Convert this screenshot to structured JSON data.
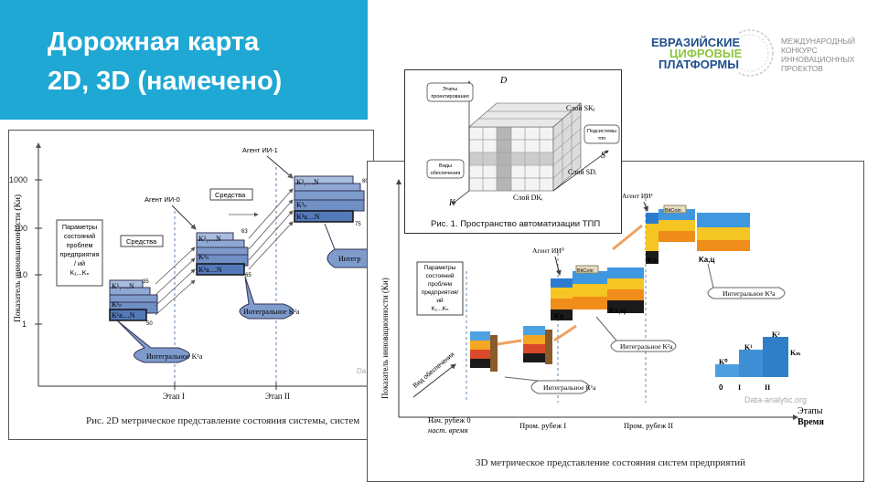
{
  "slide": {
    "title_line1": "Дорожная карта",
    "title_line2": "2D,  3D (намечено)"
  },
  "logo": {
    "line1": "ЕВРАЗИЙСКИЕ",
    "line2": "ЦИФРОВЫЕ",
    "line3": "ПЛАТФОРМЫ",
    "sub1": "МЕЖДУНАРОДНЫЙ",
    "sub2": "КОНКУРС",
    "sub3": "ИННОВАЦИОННЫХ",
    "sub4": "ПРОЕКТОВ",
    "colors": {
      "blue": "#1f4e8c",
      "green": "#8dc63f",
      "gray": "#8a8a8a"
    }
  },
  "diagram2d": {
    "caption": "Рис.  2D метрическое представление состояния системы, систем",
    "ylabel": "Показатель инновационности (Ки)",
    "yticks": [
      "1000",
      "100",
      "10",
      "1"
    ],
    "xticks": [
      "Этап I",
      "Этап II"
    ],
    "params_box": [
      "Параметры",
      "состояний",
      "проблем",
      "предприятия",
      "/ ий",
      "K₁...Kₙ"
    ],
    "agent0": "Агент ИИ-0",
    "agent1": "Агент ИИ-1",
    "sredstva1": "Средства",
    "sredstva2": "Средства",
    "integral1": "Интегральное K¹a",
    "integral2": "Интегральное K²a",
    "integral3": "Интегр",
    "stack1": {
      "top": "K¹₁…N",
      "mid": "K¹ₙ",
      "base": "K¹a…N",
      "v_top": "35",
      "v_base": "50"
    },
    "stack2": {
      "top": "K²₁…N",
      "mid": "K²ₙ",
      "base": "K²a…N",
      "v_top": "63",
      "v_base": "65"
    },
    "stack3": {
      "top": "K³₁…N",
      "mid": "K³ₙ",
      "base": "K³a…N",
      "v_top": "80",
      "v_base": "75"
    },
    "watermark": "Da"
  },
  "diagram3d": {
    "caption": "3D метрическое представление состояния систем предприятий",
    "ylabel": "Показатель инновационности (Ки)",
    "xaxis": "Этапы",
    "xaxis2": "Время",
    "params_box": [
      "Параметры",
      "состояний",
      "проблем",
      "предприятия/",
      "ий",
      "K₁...Kₙ"
    ],
    "start_label1": "Нач. рубеж 0",
    "start_label2": "наст. время",
    "mid1": "Пром. рубеж I",
    "mid2": "Пром. рубеж II",
    "agent0": "Агент ИИ⁰",
    "agent1": "Агент ИИ¹",
    "vid": "Вид обеспечения",
    "bitcoin": "BitCoin",
    "integral1": "Интегральное K¹a",
    "integral2": "Интегральное K²a",
    "integral3": "Интегральное K³a",
    "ka": "Ka",
    "kac": "Ka,ц",
    "legend_levels": [
      "K⁰",
      "K¹",
      "K²",
      "Kₘ"
    ],
    "legend_axis": [
      "0",
      "I",
      "II"
    ],
    "watermark": "Data-analytic.org"
  },
  "tpp": {
    "caption": "Рис. 1. Пространство автоматизации ТПП",
    "d": "D",
    "s": "S",
    "k": "K",
    "etapy": "Этапы",
    "etapy2": "проектирования",
    "vidy": "Виды",
    "vidy2": "обеспечения",
    "podsys": "Подсистемы",
    "podsys2": "тпп",
    "sloy_sk": "Слой SKⱼ",
    "sloy_sd": "Слой SDᵢ",
    "sloy_dk": "Слой DKᵢ"
  }
}
